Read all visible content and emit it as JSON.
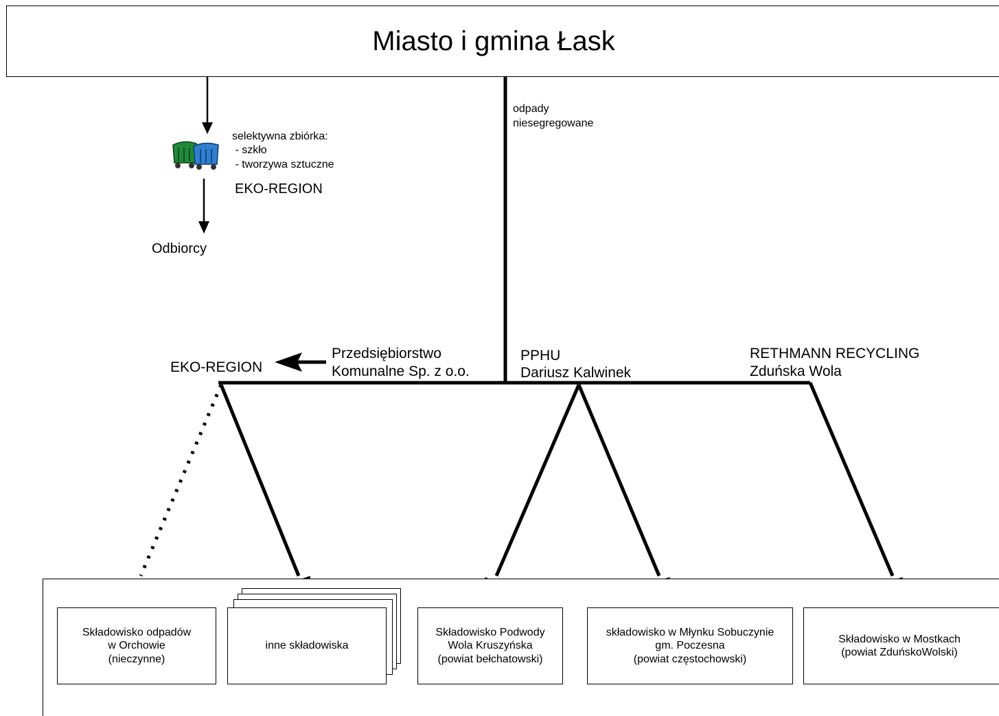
{
  "title": "Miasto i gmina Łask",
  "left_branch": {
    "selective_heading": "selektywna zbiórka:",
    "items": [
      " - szkło",
      " - tworzywa sztuczne"
    ],
    "operator": "EKO-REGION",
    "recipients": "Odbiorcy"
  },
  "mixed_waste": {
    "line1": "odpady",
    "line2": "niesegregowane"
  },
  "companies": {
    "eko_region": "EKO-REGION",
    "pk_line1": "Przedsiębiorstwo",
    "pk_line2": "Komunalne Sp. z o.o.",
    "pphu_line1": "PPHU",
    "pphu_line2": "Dariusz Kalwinek",
    "rethmann_line1": "RETHMANN RECYCLING",
    "rethmann_line2": "Zduńska Wola"
  },
  "destinations": [
    {
      "lines": [
        "Składowisko odpadów",
        "w Orchowie",
        "(nieczynne)"
      ]
    },
    {
      "lines": [
        "inne składowiska"
      ]
    },
    {
      "lines": [
        "Składowisko Podwody",
        "Wola Kruszyńska",
        "(powiat bełchatowski)"
      ]
    },
    {
      "lines": [
        "składowisko w Młynku Sobuczynie",
        "gm. Poczesna",
        "(powiat częstochowski)"
      ]
    },
    {
      "lines": [
        "Składowisko w Mostkach",
        "(powiat ZduńskoWolski)"
      ]
    }
  ],
  "colors": {
    "bin_green": "#1f8a3a",
    "bin_blue": "#2f7fd0",
    "line": "#000000"
  }
}
